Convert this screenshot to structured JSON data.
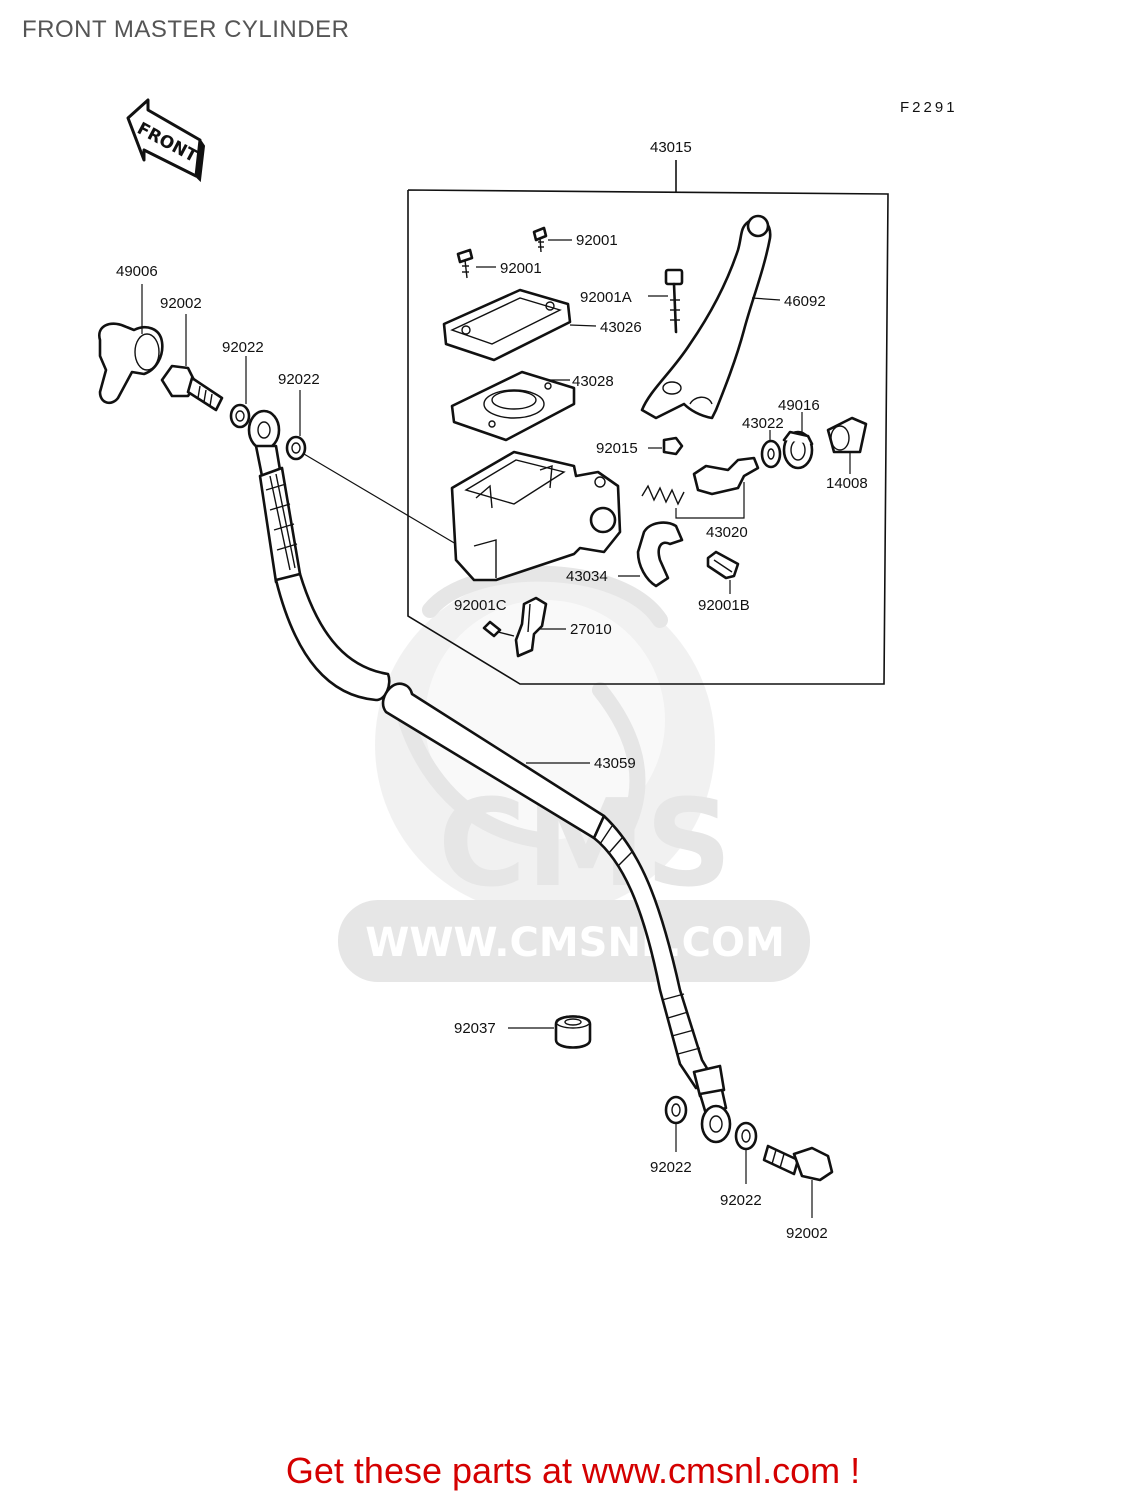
{
  "page": {
    "title": "FRONT MASTER CYLINDER",
    "figure_code": "F2291",
    "front_arrow_label": "FRONT",
    "promo_text": "Get these parts at www.cmsnl.com !",
    "watermark": {
      "brand": "CMS",
      "url": "WWW.CMSNL.COM"
    }
  },
  "parts": {
    "p43015": "43015",
    "p92001_a": "92001",
    "p92001_b": "92001",
    "p92001A": "92001A",
    "p46092": "46092",
    "p43026": "43026",
    "p43028": "43028",
    "p92015": "92015",
    "p43022": "43022",
    "p49016": "49016",
    "p14008": "14008",
    "p43020": "43020",
    "p43034": "43034",
    "p92001B": "92001B",
    "p92001C": "92001C",
    "p27010": "27010",
    "p49006": "49006",
    "p92002_top": "92002",
    "p92022_a": "92022",
    "p92022_b": "92022",
    "p43059": "43059",
    "p92037": "92037",
    "p92022_c": "92022",
    "p92022_d": "92022",
    "p92002_bottom": "92002"
  },
  "colors": {
    "promo": "#d40000",
    "line": "#111111",
    "watermark": "#e6e6e6"
  }
}
